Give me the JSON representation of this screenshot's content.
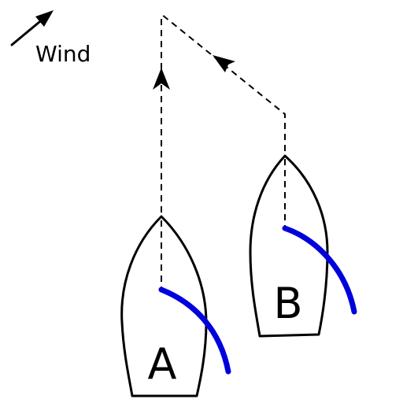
{
  "wind": {
    "label": "Wind"
  },
  "boats": [
    {
      "label": "A"
    },
    {
      "label": "B"
    }
  ],
  "colors": {
    "outline": "#000000",
    "sail": "#0000dd",
    "background": "#ffffff"
  }
}
